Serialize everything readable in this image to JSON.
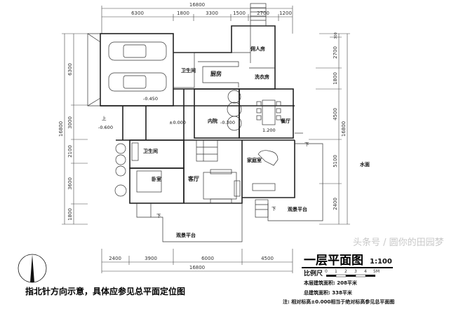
{
  "dimensions": {
    "top_total": "16800",
    "top": [
      "6300",
      "1800",
      "3300",
      "1500",
      "2700",
      "1200"
    ],
    "left_total": "16800",
    "left": [
      "6300",
      "3000",
      "2100",
      "3600",
      "1800"
    ],
    "right_total": "16800",
    "right": [
      "300",
      "2700",
      "1800",
      "4500",
      "5100",
      "2400"
    ],
    "bottom_total": "16800",
    "bottom": [
      "2400",
      "3900",
      "6000",
      "4500"
    ]
  },
  "rooms": {
    "wc_upper": "卫生间",
    "kitchen": "厨房",
    "servant": "佣人房",
    "laundry": "洗衣房",
    "courtyard": "内院",
    "dining": "餐厅",
    "wc_lower": "卫生间",
    "bedroom": "卧室",
    "living": "客厅",
    "family": "家庭室",
    "terrace_bottom": "观景平台",
    "terrace_right": "观景平台",
    "water": "水面"
  },
  "levels": {
    "garage": "-0.450",
    "entry": "-0.600",
    "hall": "±0.000",
    "courtyard": "-0.300",
    "dining": "1.200"
  },
  "stairs": {
    "up": "上",
    "down": "下"
  },
  "title_block": {
    "title": "一层平面图",
    "scale": "1:100",
    "scale_bar_label": "比例尺",
    "scale_ticks": [
      "0",
      "1",
      "2",
      "3",
      "4",
      "5M"
    ],
    "floor_area": "本层建筑面积: 208平米",
    "total_area": "总建筑面积: 338平米",
    "note": "注: 相对标高±0.000相当于绝对标高参见总平面图"
  },
  "compass_note": "指北针方向示意，具体应参见总平面定位图",
  "watermark": "头条号 / 圆你的田园梦"
}
